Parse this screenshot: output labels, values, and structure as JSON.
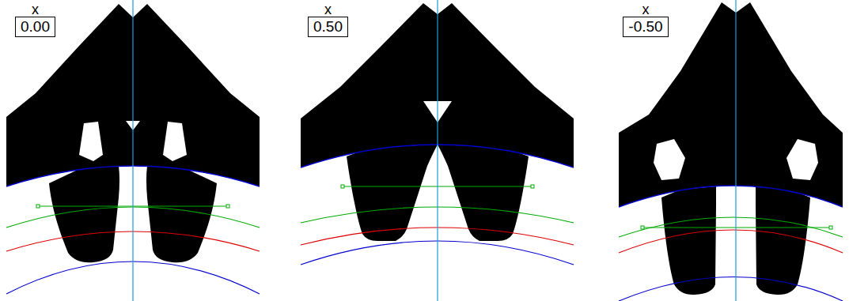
{
  "diagram": {
    "nodes": [
      {
        "text": [
          "x",
          "0.00"
        ]
      },
      {
        "text": [
          "x",
          "0.50"
        ]
      },
      {
        "text": [
          "x",
          "-0.50"
        ]
      }
    ]
  }
}
